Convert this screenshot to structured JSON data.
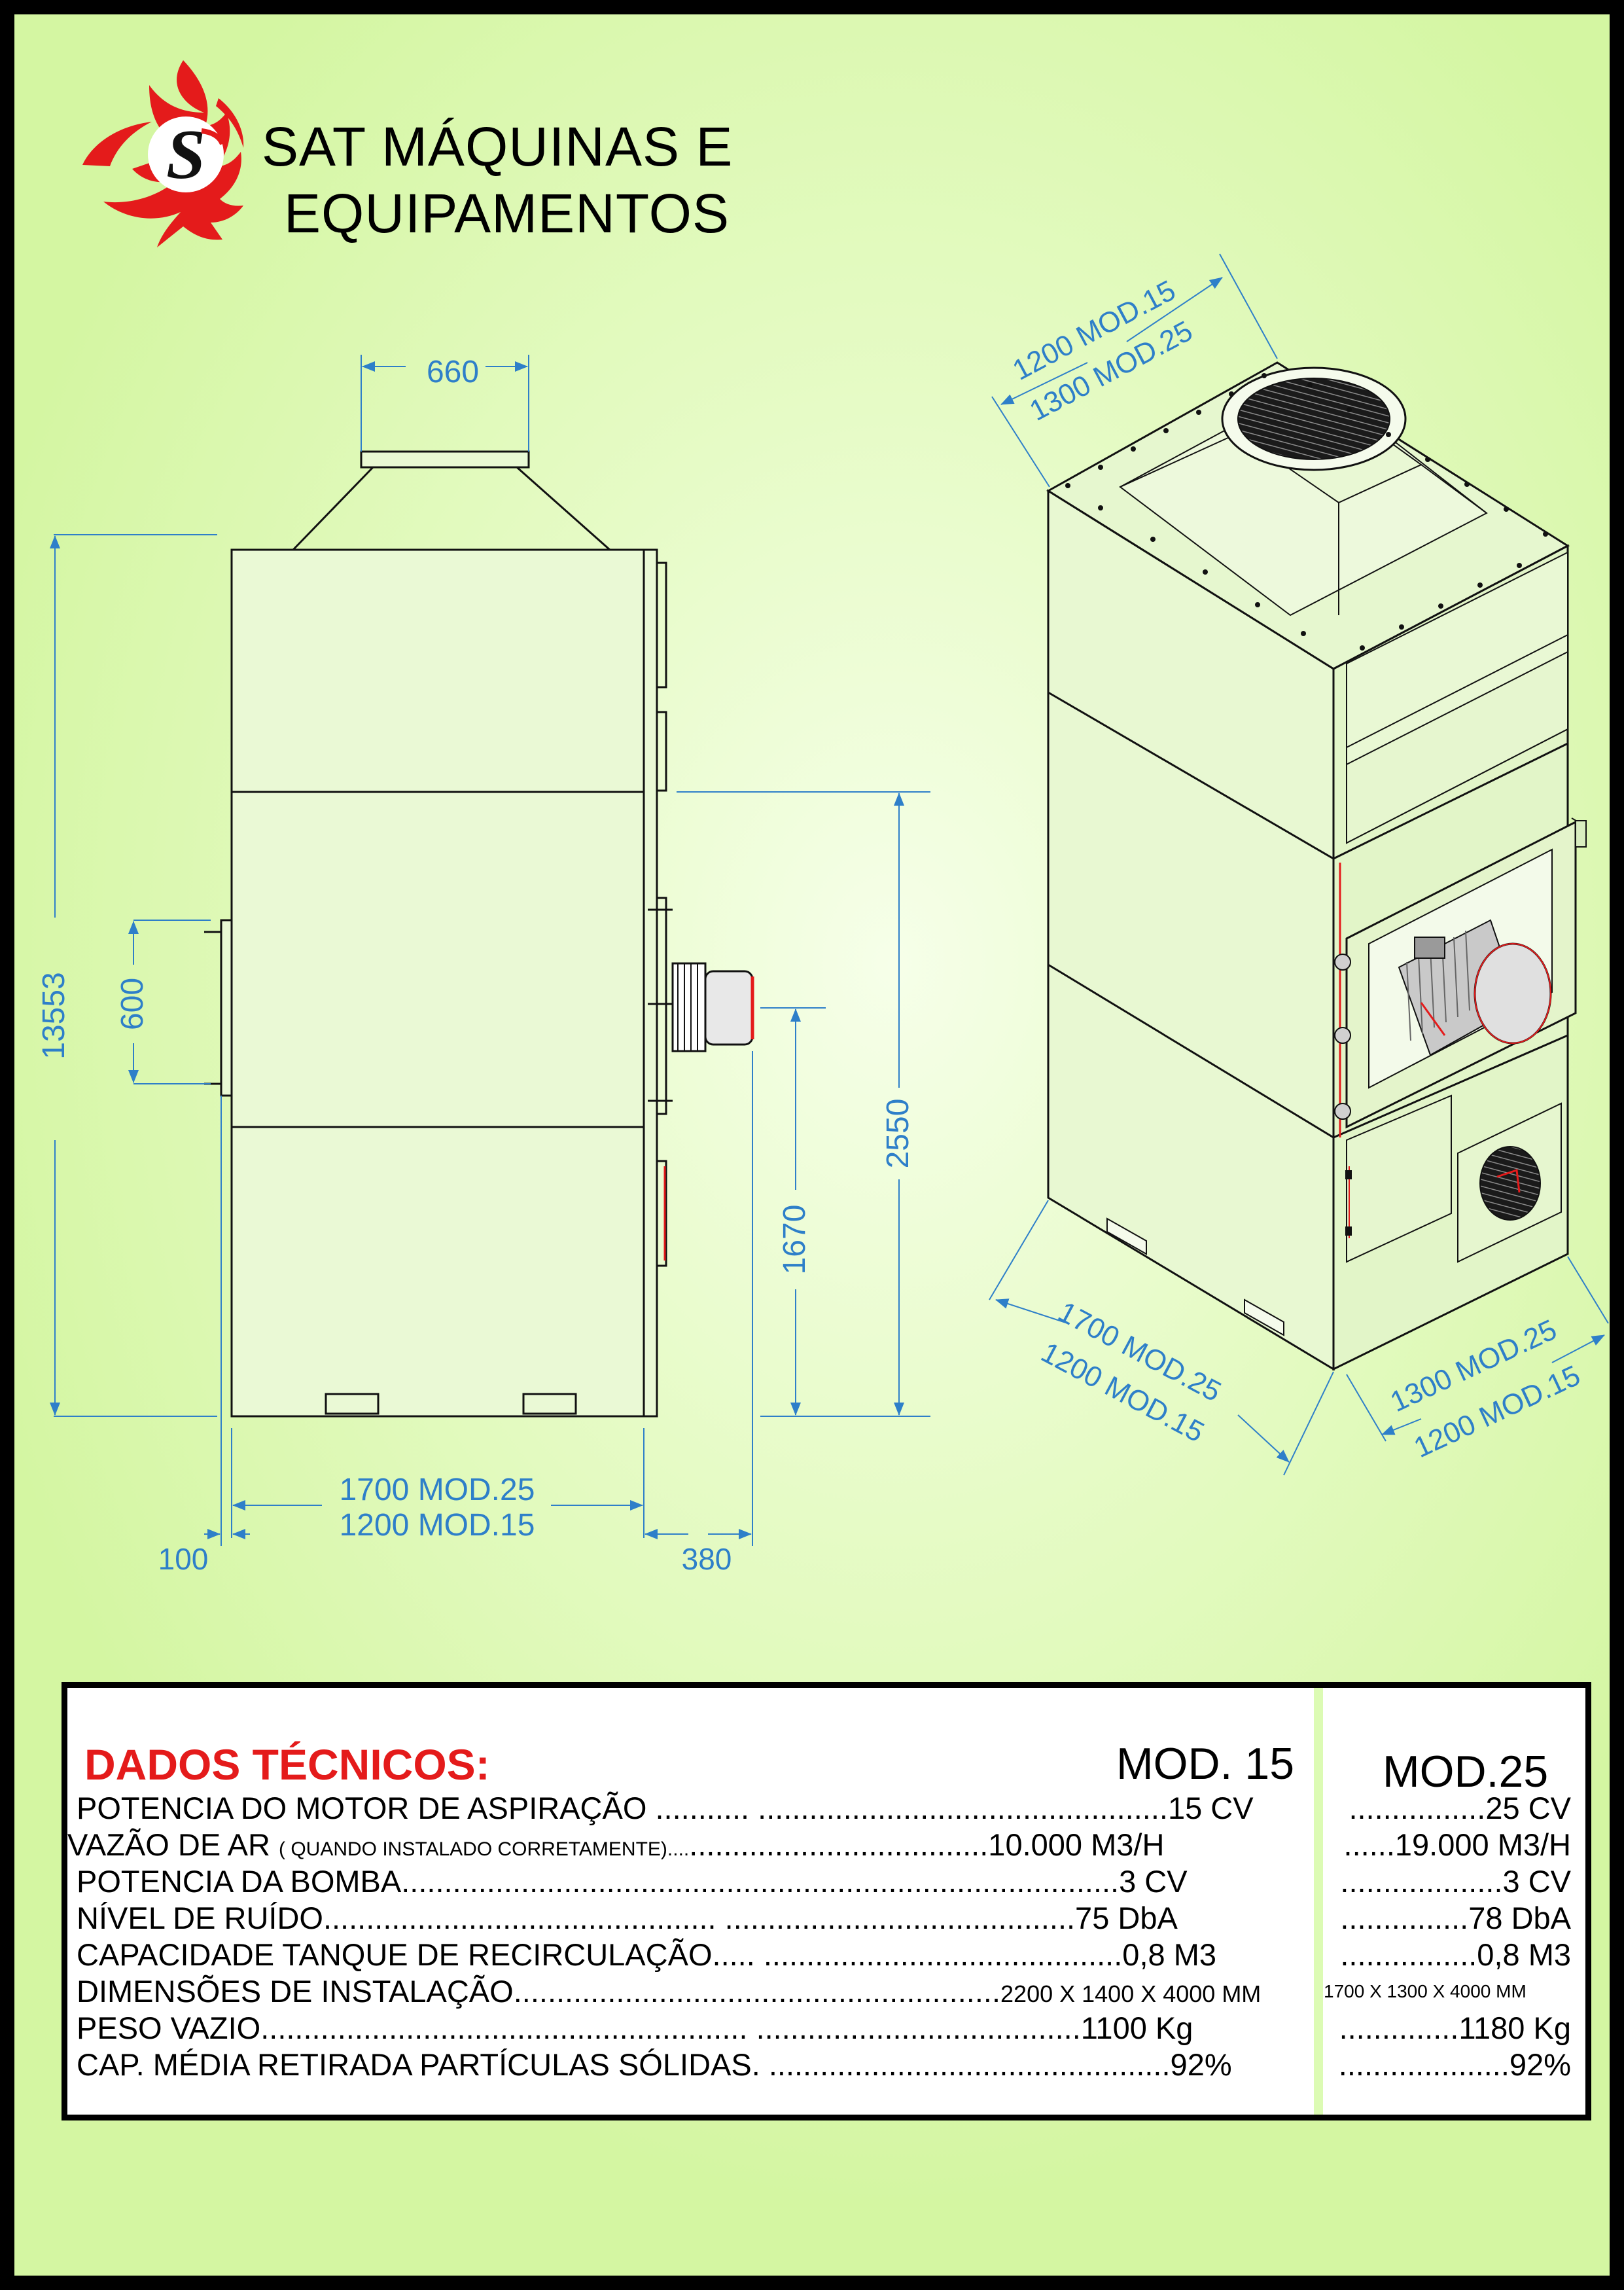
{
  "brand": {
    "name_line1": "SAT MÁQUINAS E",
    "name_line2": "EQUIPAMENTOS",
    "logo_letter": "S",
    "logo_color": "#e41b1b"
  },
  "colors": {
    "dimension_blue": "#2e7fc9",
    "outline": "#111111",
    "red_accent": "#e41b1b"
  },
  "side_view": {
    "top_duct_width": "660",
    "total_height": "13553",
    "inlet_height": "600",
    "lower_height": "2550",
    "motor_height": "1670",
    "base_width_line1": "1700 MOD.25",
    "base_width_line2": "1200 MOD.15",
    "left_offset": "100",
    "motor_offset": "380"
  },
  "iso_view": {
    "top_depth_line1": "1200 MOD.15",
    "top_depth_line2": "1300 MOD.25",
    "base_length_line1": "1700 MOD.25",
    "base_length_line2": "1200 MOD.15",
    "base_depth_line1": "1300 MOD.25",
    "base_depth_line2": "1200 MOD.15"
  },
  "datasheet": {
    "title": "DADOS TÉCNICOS:",
    "model15_header": "MOD. 15",
    "model25_header": "MOD.25",
    "rows": [
      {
        "label": "POTENCIA DO MOTOR DE ASPIRAÇÃO ........... ................................................15 CV",
        "note": "",
        "mod25": "................25 CV"
      },
      {
        "label": "VAZÃO DE AR ",
        "note": "( QUANDO INSTALADO CORRETAMENTE)....",
        "label_end": "...................................10.000 M3/H",
        "mod25": "......19.000 M3/H"
      },
      {
        "label": "POTENCIA DA BOMBA....................................................................................3 CV",
        "note": "",
        "mod25": "...................3 CV"
      },
      {
        "label": "NÍVEL DE RUÍDO.............................................. .........................................75 DbA",
        "note": "",
        "mod25": "...............78 DbA"
      },
      {
        "label": "CAPACIDADE TANQUE DE RECIRCULAÇÃO..... ..........................................0,8 M3",
        "note": "",
        "mod25": "................0,8 M3"
      },
      {
        "label": "DIMENSÕES DE INSTALAÇÃO.........................................................",
        "note": "2200 X 1400 X 4000 MM",
        "mod25_small": "1700 X 1300 X 4000 MM"
      },
      {
        "label": "PESO VAZIO......................................................... ......................................1100 Kg",
        "note": "",
        "mod25": "..............1180 Kg"
      },
      {
        "label": "CAP. MÉDIA RETIRADA PARTÍCULAS SÓLIDAS. ...............................................92%",
        "note": "",
        "mod25": "....................92%"
      }
    ]
  }
}
